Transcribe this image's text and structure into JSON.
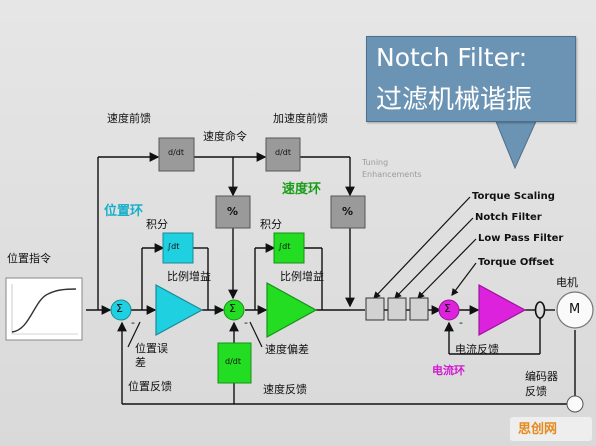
{
  "callout": {
    "line1": "Notch Filter:",
    "line2": "过滤机械谐振"
  },
  "labels": {
    "velocity_ff": "速度前馈",
    "velocity_cmd": "速度命令",
    "accel_ff": "加速度前馈",
    "tuning": "Tuning",
    "enhancements": "Enhancements",
    "velocity_loop": "速度环",
    "position_loop": "位置环",
    "integral1": "积分",
    "integral2": "积分",
    "prop_gain1": "比例增益",
    "prop_gain2": "比例增益",
    "position_cmd": "位置指令",
    "pos_error_1": "位置误",
    "pos_error_2": "差",
    "pos_feedback": "位置反馈",
    "velocity_error": "速度偏差",
    "velocity_feedback": "速度反馈",
    "current_feedback": "电流反馈",
    "current_loop": "电流环",
    "motor": "电机",
    "encoder_1": "编码器",
    "encoder_2": "反馈",
    "torque_scaling": "Torque Scaling",
    "notch_filter": "Notch Filter",
    "low_pass_filter": "Low Pass Filter",
    "torque_offset": "Torque Offset",
    "motor_symbol": "M",
    "pct": "%",
    "sigma": "Σ",
    "minus": "-",
    "deriv": "d/dt",
    "integ": "∫dt",
    "watermark": "思创网"
  },
  "colors": {
    "callout_bg": "#6b93b3",
    "cyan": "#19c9d9",
    "green": "#22dd22",
    "magenta": "#dd22dd",
    "gray_block": "#9a9a9a"
  }
}
